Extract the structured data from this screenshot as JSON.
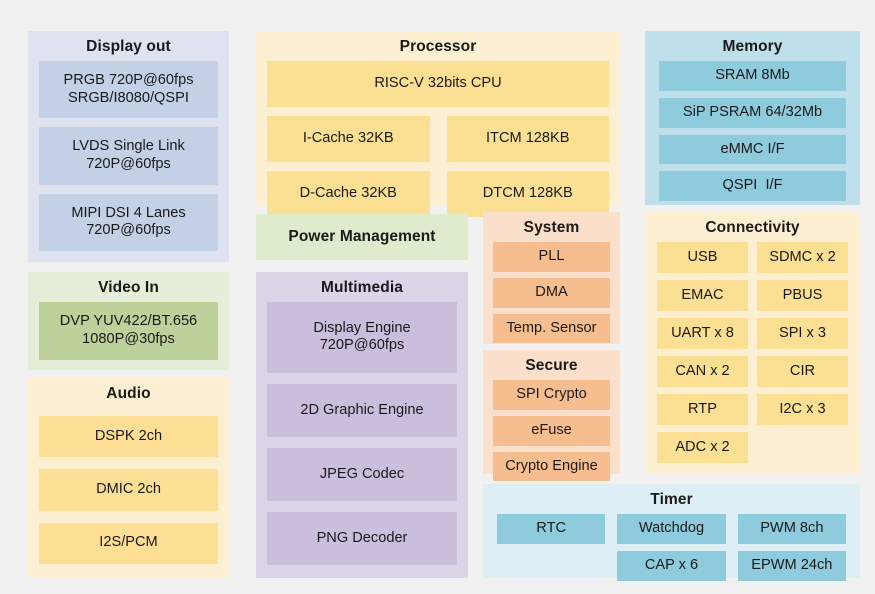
{
  "colors": {
    "background": "#f1f1f1",
    "blue_panel": "#dee3ef",
    "blue_chip": "#c3d0e6",
    "green_panel": "#e5eed9",
    "green_chip": "#bfd19a",
    "pm_panel": "#dfebcd",
    "yellow_panel": "#fdf0d2",
    "yellow_chip": "#fbdf93",
    "purple_panel": "#ded4e8",
    "purple_chip": "#cbbedc",
    "orange_panel": "#fae0ca",
    "orange_chip": "#f6bd8e",
    "cyan_panel": "#bfe0ea",
    "cyan_chip": "#8ecbdd",
    "timer_panel": "#ddeef4",
    "text": "#1a1a1a"
  },
  "display_out": {
    "title": "Display out",
    "chips": [
      "PRGB 720P@60fps\nSRGB/I8080/QSPI",
      "LVDS Single Link\n720P@60fps",
      "MIPI DSI 4 Lanes\n720P@60fps"
    ]
  },
  "video_in": {
    "title": "Video In",
    "chips": [
      "DVP YUV422/BT.656\n1080P@30fps"
    ]
  },
  "audio": {
    "title": "Audio",
    "chips": [
      "DSPK 2ch",
      "DMIC 2ch",
      "I2S/PCM"
    ]
  },
  "processor": {
    "title": "Processor",
    "cpu": "RISC-V 32bits CPU",
    "chips": [
      "I-Cache 32KB",
      "ITCM 128KB",
      "D-Cache 32KB",
      "DTCM 128KB"
    ]
  },
  "power_management": {
    "title": "Power Management"
  },
  "multimedia": {
    "title": "Multimedia",
    "chips": [
      "Display Engine\n720P@60fps",
      "2D Graphic Engine",
      "JPEG Codec",
      "PNG Decoder"
    ]
  },
  "system": {
    "title": "System",
    "chips": [
      "PLL",
      "DMA",
      "Temp. Sensor"
    ]
  },
  "secure": {
    "title": "Secure",
    "chips": [
      "SPI Crypto",
      "eFuse",
      "Crypto Engine"
    ]
  },
  "memory": {
    "title": "Memory",
    "chips": [
      "SRAM 8Mb",
      "SiP PSRAM 64/32Mb",
      "eMMC I/F",
      "QSPI  I/F"
    ]
  },
  "connectivity": {
    "title": "Connectivity",
    "chips": [
      "USB",
      "SDMC x 2",
      "EMAC",
      "PBUS",
      "UART x 8",
      "SPI x 3",
      "CAN x 2",
      "CIR",
      "RTP",
      "I2C x 3",
      "ADC x 2"
    ]
  },
  "timer": {
    "title": "Timer",
    "chips": [
      "RTC",
      "Watchdog",
      "PWM 8ch",
      "CAP x 6",
      "EPWM 24ch"
    ]
  }
}
